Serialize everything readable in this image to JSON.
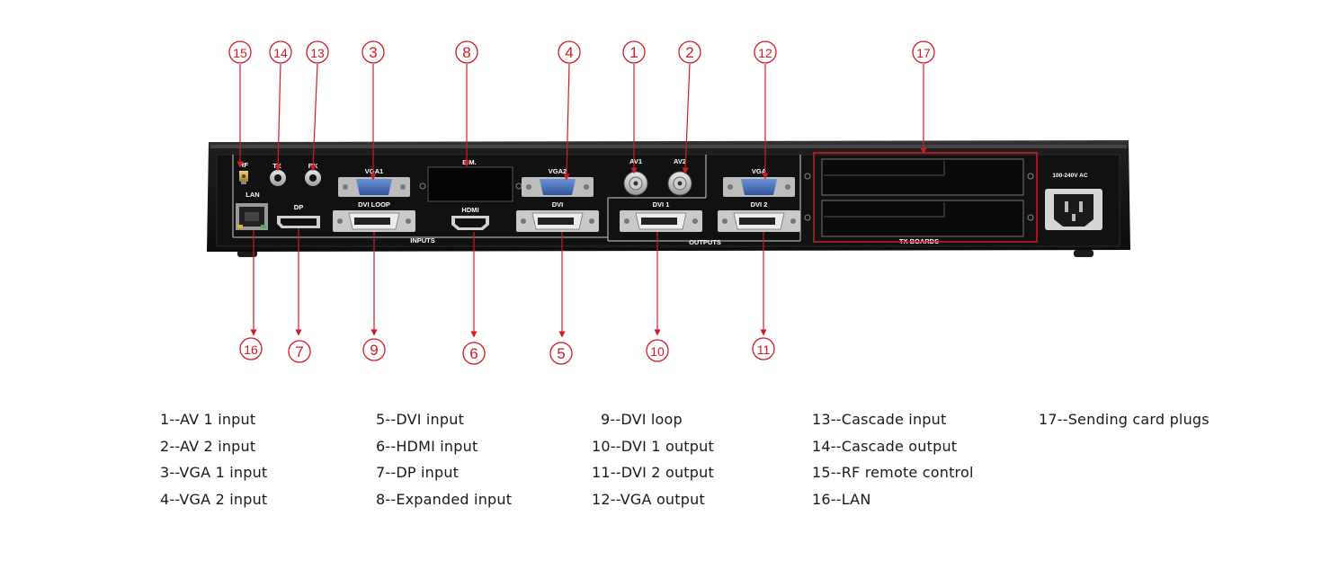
{
  "panel": {
    "labels": {
      "rf": "RF",
      "tx": "TX",
      "rx": "RX",
      "lan": "LAN",
      "dp": "DP",
      "vga1": "VGA1",
      "dvi_loop": "DVI LOOP",
      "em": "E.M.",
      "hdmi": "HDMI",
      "vga2": "VGA2",
      "dvi": "DVI",
      "inputs": "INPUTS",
      "av1": "AV1",
      "av2": "AV2",
      "dvi1": "DVI 1",
      "dvi2": "DVI 2",
      "vga_out": "VGA",
      "outputs": "OUTPUTS",
      "tx_boards": "TX BOARDS",
      "power": "100-240V AC"
    }
  },
  "callouts": {
    "c1": "1",
    "c2": "2",
    "c3": "3",
    "c4": "4",
    "c5": "5",
    "c6": "6",
    "c7": "7",
    "c8": "8",
    "c9": "9",
    "c10": "10",
    "c11": "11",
    "c12": "12",
    "c13": "13",
    "c14": "14",
    "c15": "15",
    "c16": "16",
    "c17": "17"
  },
  "legend": {
    "col1": [
      "1--AV 1 input",
      "2--AV 2 input",
      "3--VGA 1 input",
      "4--VGA 2 input"
    ],
    "col2": [
      "5--DVI input",
      "6--HDMI input",
      "7--DP input",
      "8--Expanded input"
    ],
    "col3": [
      "9--DVI loop",
      "10--DVI 1 output",
      "11--DVI 2 output",
      "12--VGA output"
    ],
    "col4": [
      "13--Cascade input",
      "14--Cascade output",
      "15--RF remote control",
      "16--LAN"
    ],
    "col5": [
      "17--Sending card plugs"
    ]
  },
  "colors": {
    "callout": "#d01c25",
    "chassis": "#1c1c1c",
    "panel": "#111111",
    "vga_blue": "#3f68b4",
    "legend_text": "#1a1a1a"
  }
}
